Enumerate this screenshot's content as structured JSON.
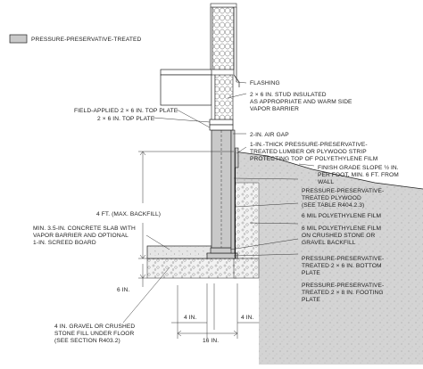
{
  "legend": {
    "label": "PRESSURE-PRESERVATIVE-TREATED",
    "swatch_color": "#c9c9c9"
  },
  "callouts": {
    "flashing": "FLASHING",
    "stud": [
      "2 × 6 IN. STUD INSULATED",
      "AS APPROPRIATE AND WARM SIDE",
      "VAPOR BARRIER"
    ],
    "top_plate_double": "FIELD-APPLIED 2 × 6 IN. TOP PLATE",
    "top_plate": "2 × 6 IN. TOP PLATE",
    "air_gap": "2-IN. AIR GAP",
    "strip": [
      "1-IN.-THICK PRESSURE-PRESERVATIVE-",
      "TREATED LUMBER OR PLYWOOD STRIP",
      "PROTECTING TOP OF POLYETHYLENE FILM"
    ],
    "grade": [
      "FINISH GRADE SLOPE ½ IN.",
      "PER FOOT, MIN. 6 FT. FROM",
      "WALL"
    ],
    "plywood": [
      "PRESSURE-PRESERVATIVE-",
      "TREATED PLYWOOD",
      "(SEE TABLE R404.2.3)"
    ],
    "poly_film": "6 MIL POLYETHYLENE FILM",
    "poly_stone": [
      "6 MIL POLYETHYLENE FILM",
      "ON CRUSHED STONE OR",
      "GRAVEL BACKFILL"
    ],
    "slab": [
      "MIN. 3.5-IN. CONCRETE SLAB WITH",
      "VAPOR BARRIER AND OPTIONAL",
      "1-IN. SCREED BOARD"
    ],
    "bottom_plate": [
      "PRESSURE-PRESERVATIVE-",
      "TREATED 2 × 6 IN. BOTTOM",
      "PLATE"
    ],
    "footing_plate": [
      "PRESSURE-PRESERVATIVE-",
      "TREATED 2 × 8 IN. FOOTING",
      "PLATE"
    ],
    "gravel": [
      "4 IN. GRAVEL OR CRUSHED",
      "STONE FILL UNDER FLOOR",
      "(SEE SECTION R403.2)"
    ]
  },
  "dimensions": {
    "backfill": "4 FT. (MAX. BACKFILL)",
    "six_in": "6 IN.",
    "four_in_left": "4 IN.",
    "four_in_right": "4 IN.",
    "sixteen_in": "16 IN."
  },
  "colors": {
    "line": "#222222",
    "treated": "#c9c9c9",
    "soil": "#d4d4d4",
    "concrete": "#e6e6e6"
  }
}
